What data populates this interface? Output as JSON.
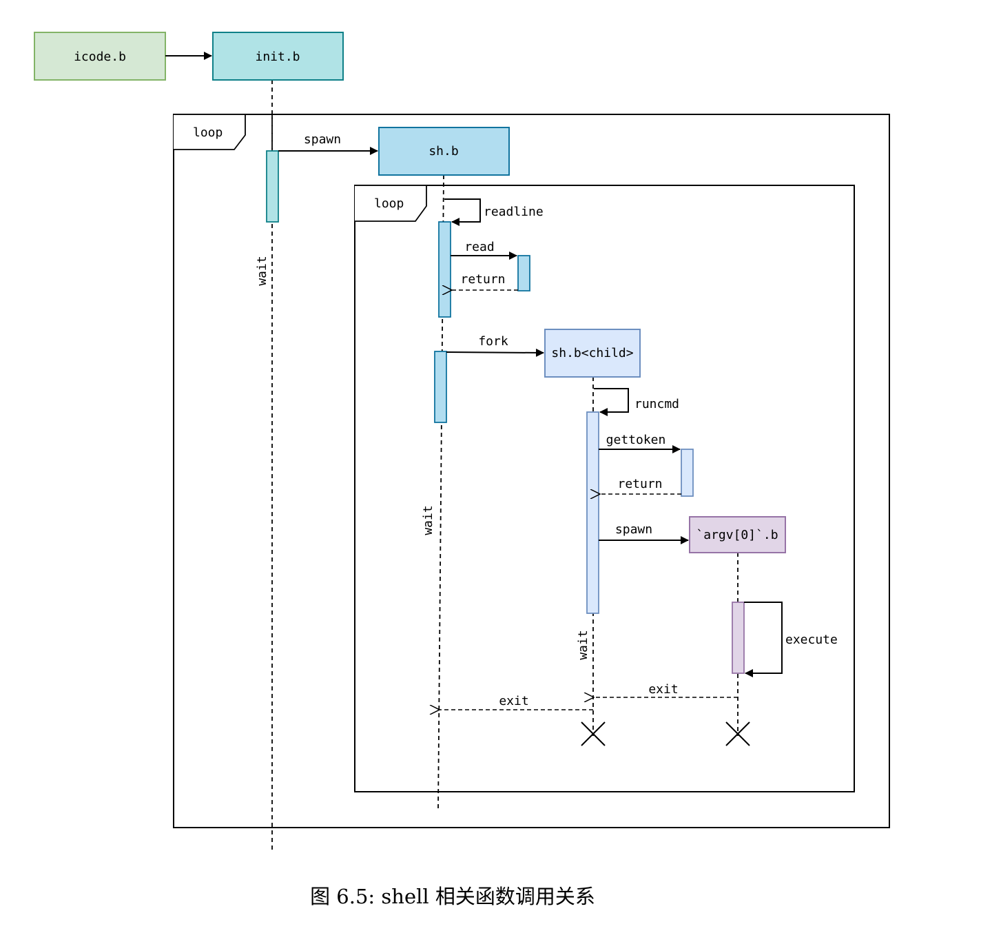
{
  "colors": {
    "icode_fill": "#d5e8d4",
    "icode_stroke": "#82b366",
    "init_fill": "#b0e3e6",
    "init_stroke": "#0e8088",
    "sh_fill": "#b1ddf0",
    "sh_stroke": "#10739e",
    "child_fill": "#dae8fc",
    "child_stroke": "#6c8ebf",
    "argv_fill": "#e1d5e7",
    "argv_stroke": "#9673a6"
  },
  "participants": {
    "icode": "icode.b",
    "init": "init.b",
    "sh": "sh.b",
    "child": "sh.b<child>",
    "argv": "`argv[0]`.b"
  },
  "frames": {
    "outer_loop": "loop",
    "inner_loop": "loop"
  },
  "messages": {
    "spawn_sh": "spawn",
    "readline": "readline",
    "read": "read",
    "read_return": "return",
    "fork": "fork",
    "runcmd": "runcmd",
    "gettoken": "gettoken",
    "gettoken_return": "return",
    "spawn_argv": "spawn",
    "execute": "execute",
    "exit_argv": "exit",
    "exit_child": "exit"
  },
  "waits": {
    "init_wait": "wait",
    "sh_wait": "wait",
    "child_wait": "wait"
  },
  "caption": "图 6.5: shell 相关函数调用关系"
}
